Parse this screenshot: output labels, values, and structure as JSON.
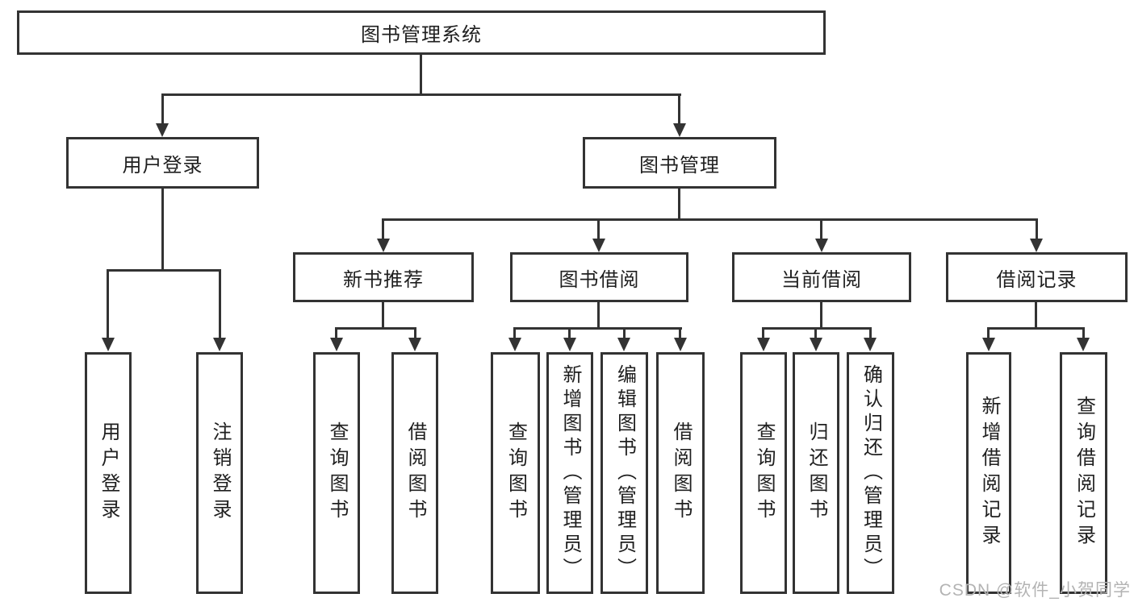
{
  "diagram": {
    "title": "图书管理系统",
    "level2": {
      "user": "用户登录",
      "book": "图书管理"
    },
    "level3": {
      "recommend": "新书推荐",
      "borrow": "图书借阅",
      "current": "当前借阅",
      "records": "借阅记录"
    },
    "leaves": {
      "user": [
        "用户登录",
        "注销登录"
      ],
      "recommend": [
        "查询图书",
        "借阅图书"
      ],
      "borrow": [
        "查询图书",
        "新增图书（管理员）",
        "编辑图书（管理员）",
        "借阅图书"
      ],
      "current": [
        "查询图书",
        "归还图书",
        "确认归还（管理员）"
      ],
      "records": [
        "新增借阅记录",
        "查询借阅记录"
      ]
    }
  },
  "watermark": {
    "text": "CSDN @软件_小贺同学"
  },
  "colors": {
    "line": "#333333",
    "text": "#1f1f1f",
    "box_fill": "#ffffff",
    "background": "#ffffff",
    "watermark": "#b3b3b3"
  }
}
